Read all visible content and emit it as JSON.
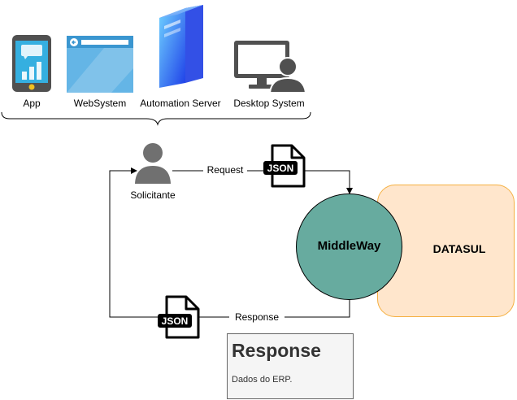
{
  "clients": [
    {
      "label": "App",
      "icon": "tablet-app-icon"
    },
    {
      "label": "WebSystem",
      "icon": "browser-window-icon"
    },
    {
      "label": "Automation Server",
      "icon": "server-tower-icon"
    },
    {
      "label": "Desktop System",
      "icon": "desktop-user-icon"
    }
  ],
  "requester": {
    "label": "Solicitante",
    "icon": "user-icon"
  },
  "request_label": "Request",
  "response_label": "Response",
  "json_icon_text": "JSON",
  "middleware": {
    "label": "MiddleWay"
  },
  "erp": {
    "label": "DATASUL"
  },
  "note": {
    "title": "Response",
    "body": "Dados do ERP."
  },
  "colors": {
    "middleware_fill": "#67AB9F",
    "erp_fill": "#FFE6CC",
    "erp_stroke": "#F5B041",
    "note_fill": "#F5F5F5",
    "icon_gray": "#505050",
    "user_gray": "#707070",
    "server_blue": "#2255EE"
  }
}
